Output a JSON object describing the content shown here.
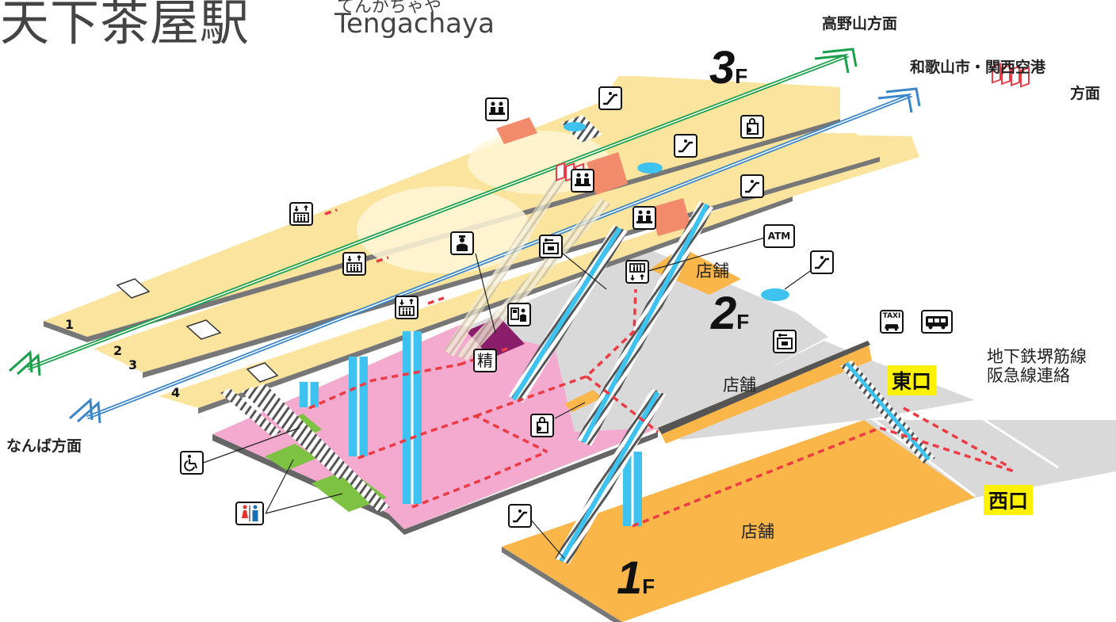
{
  "title": {
    "kanji": "天下茶屋駅",
    "kana": "てんがちゃや",
    "roman": "Tengachaya"
  },
  "directions": {
    "koyasan": "高野山方面",
    "wakayama_line1": "和歌山市・関西空港",
    "wakayama_line2": "方面",
    "namba": "なんば方面"
  },
  "floors": {
    "f3": {
      "num": "3",
      "suffix": "F"
    },
    "f2": {
      "num": "2",
      "suffix": "F"
    },
    "f1": {
      "num": "1",
      "suffix": "F"
    }
  },
  "shops": {
    "s2a": "店舗",
    "s2b": "店舗",
    "s1": "店舗"
  },
  "tracks": {
    "t1": "1",
    "t2": "2",
    "t3": "3",
    "t4": "4"
  },
  "exits": {
    "east": "東口",
    "west": "西口"
  },
  "transfer": {
    "line1": "地下鉄堺筋線",
    "line2": "阪急線連絡"
  },
  "icons": {
    "atm": "ATM",
    "taxi": "TAXI",
    "fare_adjust": "精",
    "elevator": "elevator-icon",
    "escalator": "escalator-icon",
    "waiting_room": "waiting-room-icon",
    "staff": "station-staff-icon",
    "locker": "coin-locker-icon",
    "shopping": "shopping-icon",
    "ticket_machine": "ticket-machine-icon",
    "bus": "bus-icon",
    "accessible": "wheelchair-icon",
    "restroom": "restroom-icon"
  },
  "colors": {
    "platform": "#fbe59e",
    "concourse_paid": "#f4a9cf",
    "concourse_free": "#d9d9d9",
    "ground_floor": "#fbb649",
    "line_koya": "#1aa04a",
    "line_main": "#3a86c8",
    "route": "#ee3a43",
    "exit_highlight": "#fff200"
  }
}
